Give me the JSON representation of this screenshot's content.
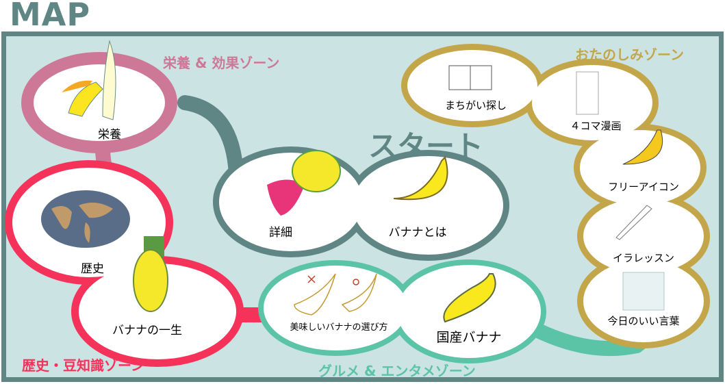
{
  "title": "MAP",
  "start_label": "スタート",
  "zones": {
    "nutrition": {
      "title": "栄養 & 効果ゾーン",
      "color": "#cc7896",
      "items": [
        "栄養"
      ]
    },
    "history": {
      "title": "歴史・豆知識ゾーン",
      "color": "#f5325a",
      "items": [
        "歴史",
        "バナナの一生"
      ]
    },
    "start": {
      "color": "#5f8584",
      "items": [
        "詳細",
        "バナナとは"
      ]
    },
    "gourmet": {
      "title": "グルメ & エンタメゾーン",
      "color": "#5bc3a6",
      "items": [
        "美味しいバナナの選び方",
        "国産バナナ"
      ]
    },
    "fun": {
      "title": "おたのしみゾーン",
      "color": "#c4a64a",
      "items": [
        "まちがい探し",
        "４コマ漫画",
        "フリーアイコン",
        "イラレッスン",
        "今日のいい言葉"
      ]
    }
  },
  "icons": [
    "peeled-banana-icon",
    "world-map-icon",
    "banana-bunch-icon",
    "banana-flower-icon",
    "banana-icon",
    "banana-outline-icon",
    "spot-difference-icon",
    "comic-icon",
    "pen-icon",
    "glass-icon"
  ]
}
